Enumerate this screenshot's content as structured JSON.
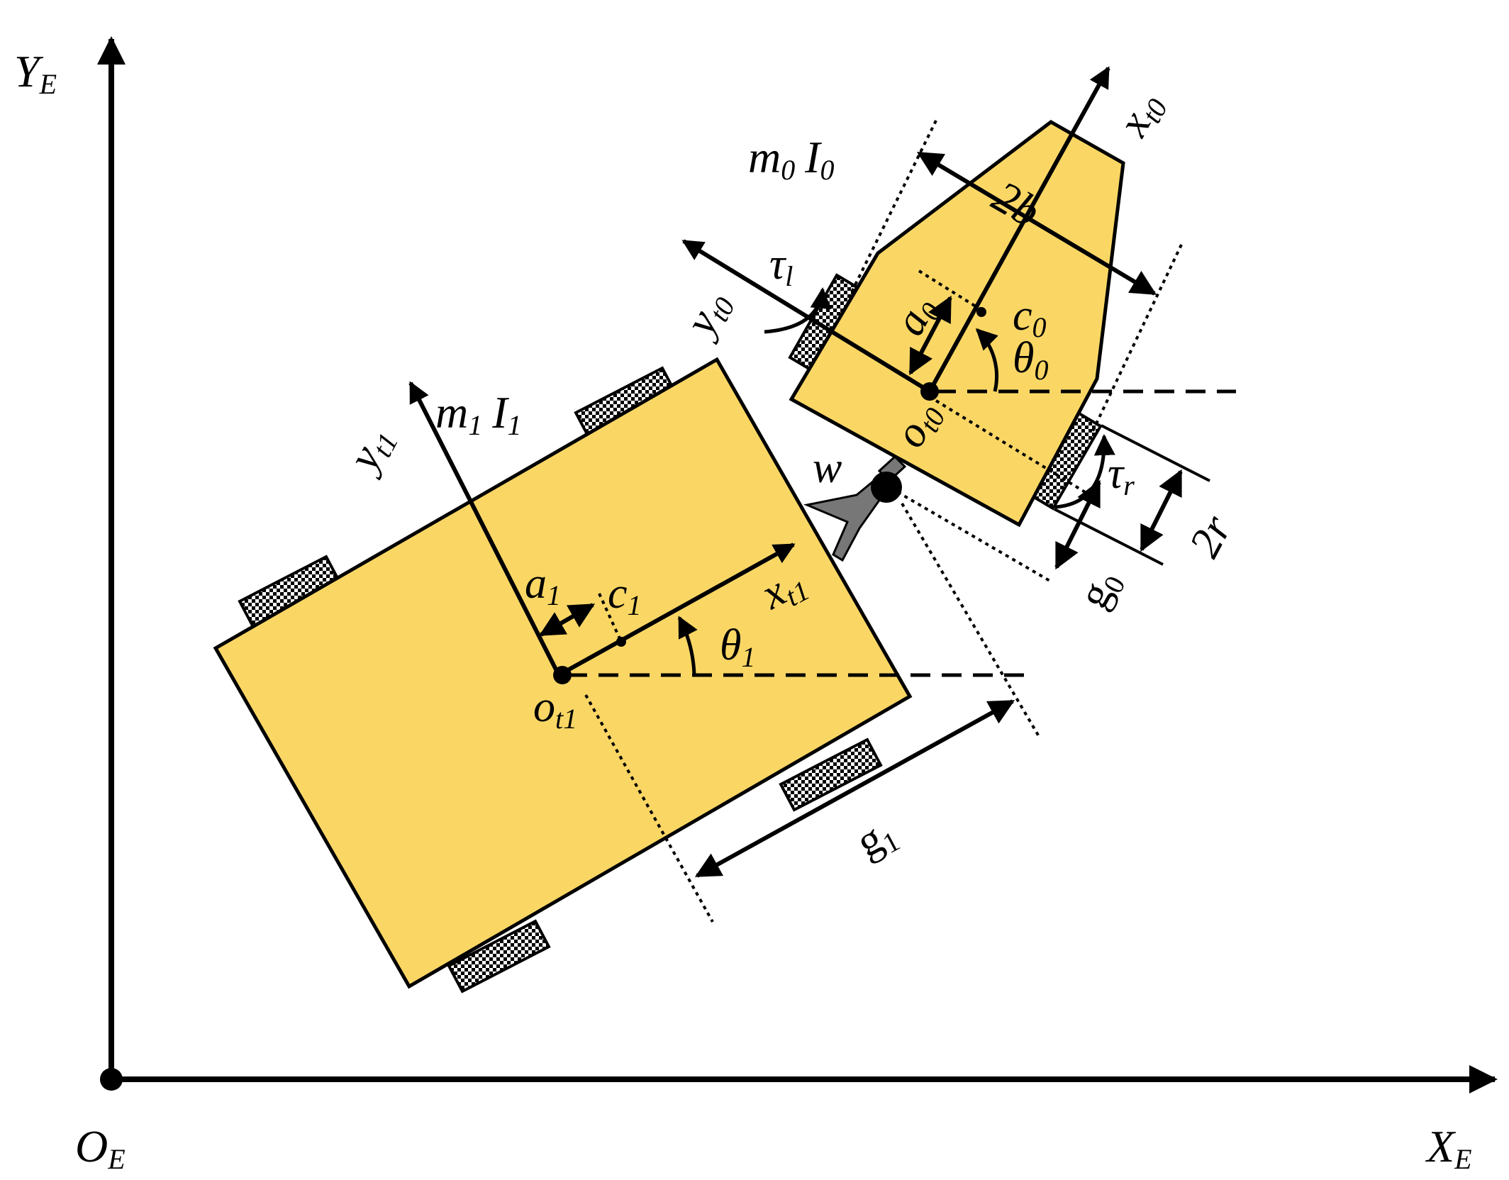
{
  "colors": {
    "body": "#FAD765",
    "stroke": "#000000",
    "link": "#777777",
    "wheel_fill": "#ffffff"
  },
  "labels": {
    "world_origin": {
      "main": "O",
      "sub": "E"
    },
    "world_x": {
      "main": "X",
      "sub": "E"
    },
    "world_y": {
      "main": "Y",
      "sub": "E"
    },
    "tractor_mass": {
      "m": "m",
      "m_sub": "0",
      "i": "I",
      "i_sub": "0"
    },
    "trailer_mass": {
      "m": "m",
      "m_sub": "1",
      "i": "I",
      "i_sub": "1"
    },
    "xt0": {
      "main": "x",
      "sub": "t0"
    },
    "yt0": {
      "main": "y",
      "sub": "t0"
    },
    "xt1": {
      "main": "x",
      "sub": "t1"
    },
    "yt1": {
      "main": "y",
      "sub": "t1"
    },
    "ot0": {
      "main": "o",
      "sub": "t0"
    },
    "ot1": {
      "main": "o",
      "sub": "t1"
    },
    "width": "2b",
    "tau_l": {
      "main": "τ",
      "sub": "l"
    },
    "tau_r": {
      "main": "τ",
      "sub": "r"
    },
    "a0": {
      "main": "a",
      "sub": "0"
    },
    "a1": {
      "main": "a",
      "sub": "1"
    },
    "c0": {
      "main": "c",
      "sub": "0"
    },
    "c1": {
      "main": "c",
      "sub": "1"
    },
    "theta0": {
      "main": "θ",
      "sub": "0"
    },
    "theta1": {
      "main": "θ",
      "sub": "1"
    },
    "w": "w",
    "wheel_diam": "2r",
    "g0": {
      "main": "g",
      "sub": "0"
    },
    "g1": {
      "main": "g",
      "sub": "1"
    }
  }
}
